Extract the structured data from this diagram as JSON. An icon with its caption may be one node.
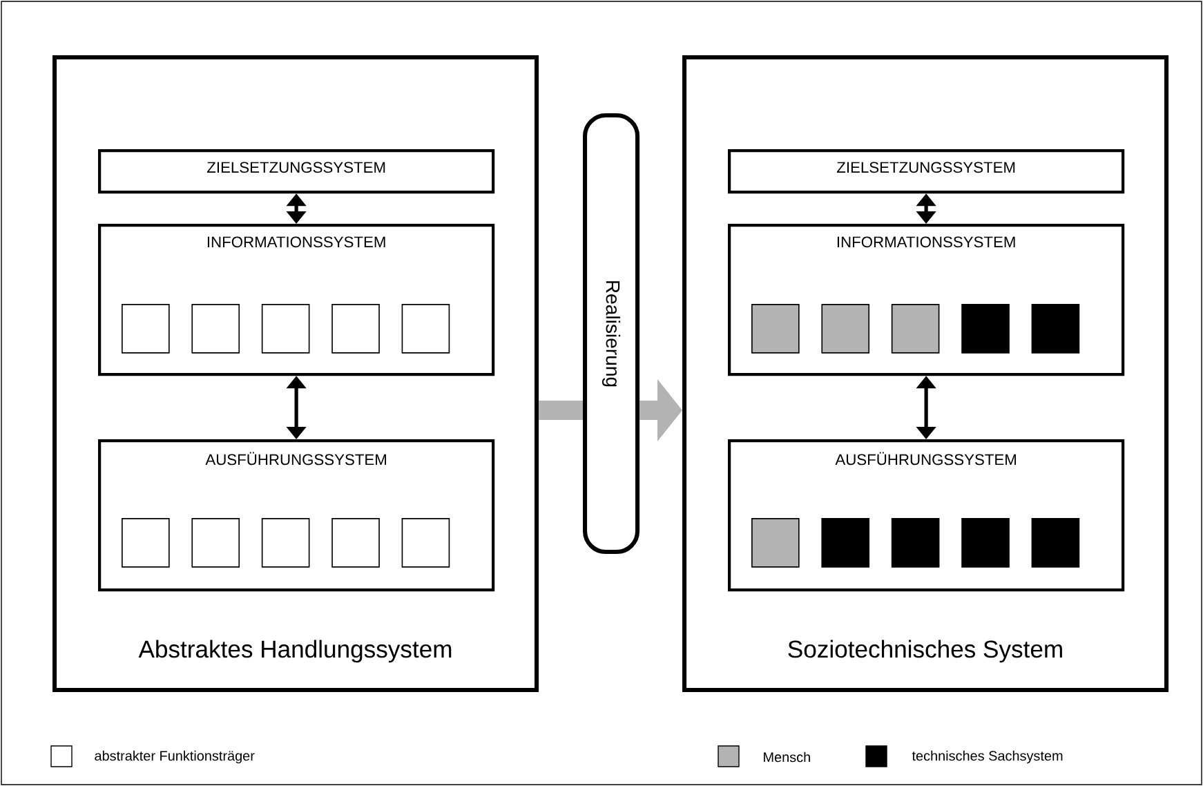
{
  "diagram": {
    "nodes": [
      {
        "text": [
          "Abstraktes Handlungssystem"
        ]
      },
      {
        "text": [
          "ZIELSETZUNGSSYSTEM"
        ],
        "in": 0
      },
      {
        "text": [
          "INFORMATIONSSYSTEM"
        ],
        "in": 0
      },
      {
        "text": [],
        "shape": "box",
        "in": 2
      },
      {
        "text": [],
        "shape": "box",
        "in": 2
      },
      {
        "text": [],
        "shape": "box",
        "in": 2
      },
      {
        "text": [],
        "shape": "box",
        "in": 2
      },
      {
        "text": [],
        "shape": "box",
        "in": 2
      },
      {
        "text": [
          "AUSFÜHRUNGSSYSTEM"
        ],
        "in": 0
      },
      {
        "text": [],
        "shape": "box",
        "in": 8
      },
      {
        "text": [],
        "shape": "box",
        "in": 8
      },
      {
        "text": [],
        "shape": "box",
        "in": 8
      },
      {
        "text": [],
        "shape": "box",
        "in": 8
      },
      {
        "text": [],
        "shape": "box",
        "in": 8
      },
      {
        "text": [
          "Realisierung"
        ]
      },
      {
        "text": [
          "Soziotechnisches System"
        ]
      },
      {
        "text": [
          "ZIELSETZUNGSSYSTEM"
        ],
        "in": 15
      },
      {
        "text": [
          "INFORMATIONSSYSTEM"
        ],
        "in": 15
      },
      {
        "text": [],
        "shape": "box",
        "in": 17
      },
      {
        "text": [],
        "shape": "box",
        "in": 17
      },
      {
        "text": [],
        "shape": "box",
        "in": 17
      },
      {
        "text": [],
        "shape": "box",
        "in": 17
      },
      {
        "text": [],
        "shape": "box",
        "in": 17
      },
      {
        "text": [
          "AUSFÜHRUNGSSYSTEM"
        ],
        "in": 15
      },
      {
        "text": [],
        "shape": "box",
        "in": 23
      },
      {
        "text": [],
        "shape": "box",
        "in": 23
      },
      {
        "text": [],
        "shape": "box",
        "in": 23
      },
      {
        "text": [],
        "shape": "box",
        "in": 23
      },
      {
        "text": [],
        "shape": "box",
        "in": 23
      }
    ],
    "edges": [
      {
        "from": 1,
        "to": 2,
        "arrow": "both"
      },
      {
        "from": 2,
        "to": 8,
        "arrow": "both"
      },
      {
        "from": 16,
        "to": 17,
        "arrow": "both"
      },
      {
        "from": 17,
        "to": 23,
        "arrow": "both"
      },
      {
        "from": 0,
        "to": 14,
        "arrow": "none",
        "style": "thick",
        "color": "#b3b3b3"
      },
      {
        "from": 14,
        "to": 15,
        "arrow": "to",
        "style": "thick",
        "color": "#b3b3b3"
      }
    ],
    "legend": [
      {
        "text": "abstrakter Funktionsträger"
      },
      {
        "text": "Mensch",
        "color": "#b3b3b3"
      },
      {
        "text": "technisches Sachsystem",
        "color": "#000000"
      }
    ]
  }
}
